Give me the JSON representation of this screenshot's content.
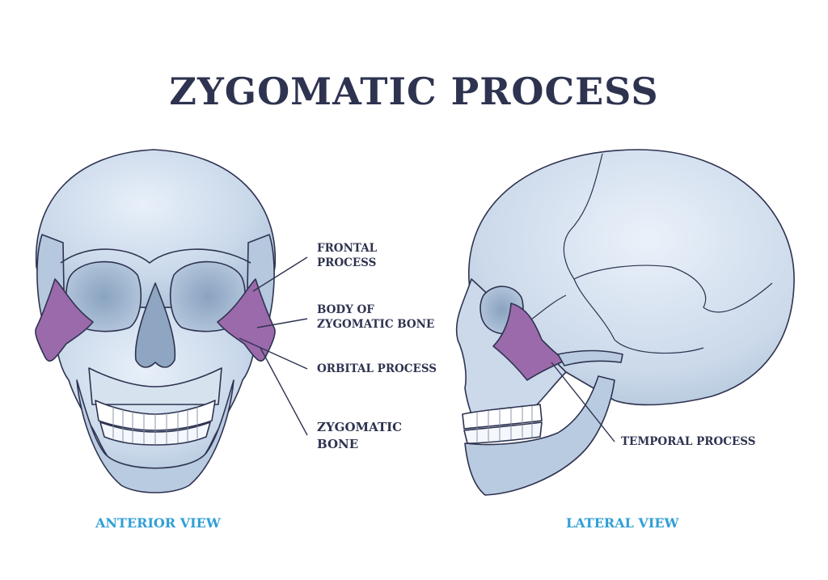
{
  "title": "ZYGOMATIC PROCESS",
  "labels": {
    "frontal_process": [
      "FRONTAL",
      "PROCESS"
    ],
    "body_of_zygomatic_bone": [
      "BODY OF",
      "ZYGOMATIC BONE"
    ],
    "orbital_process": "ORBITAL PROCESS",
    "zygomatic_bone": [
      "ZYGOMATIC",
      "BONE"
    ],
    "temporal_process": "TEMPORAL PROCESS"
  },
  "views": {
    "anterior": "ANTERIOR VIEW",
    "lateral": "LATERAL VIEW"
  },
  "colors": {
    "title": "#2e3350",
    "view_label": "#2f9fd6",
    "bone": "#cfdcec",
    "bone_shadow": "#9fb6cf",
    "zygomatic_highlight": "#9b6aab",
    "outline": "#2e3350"
  }
}
